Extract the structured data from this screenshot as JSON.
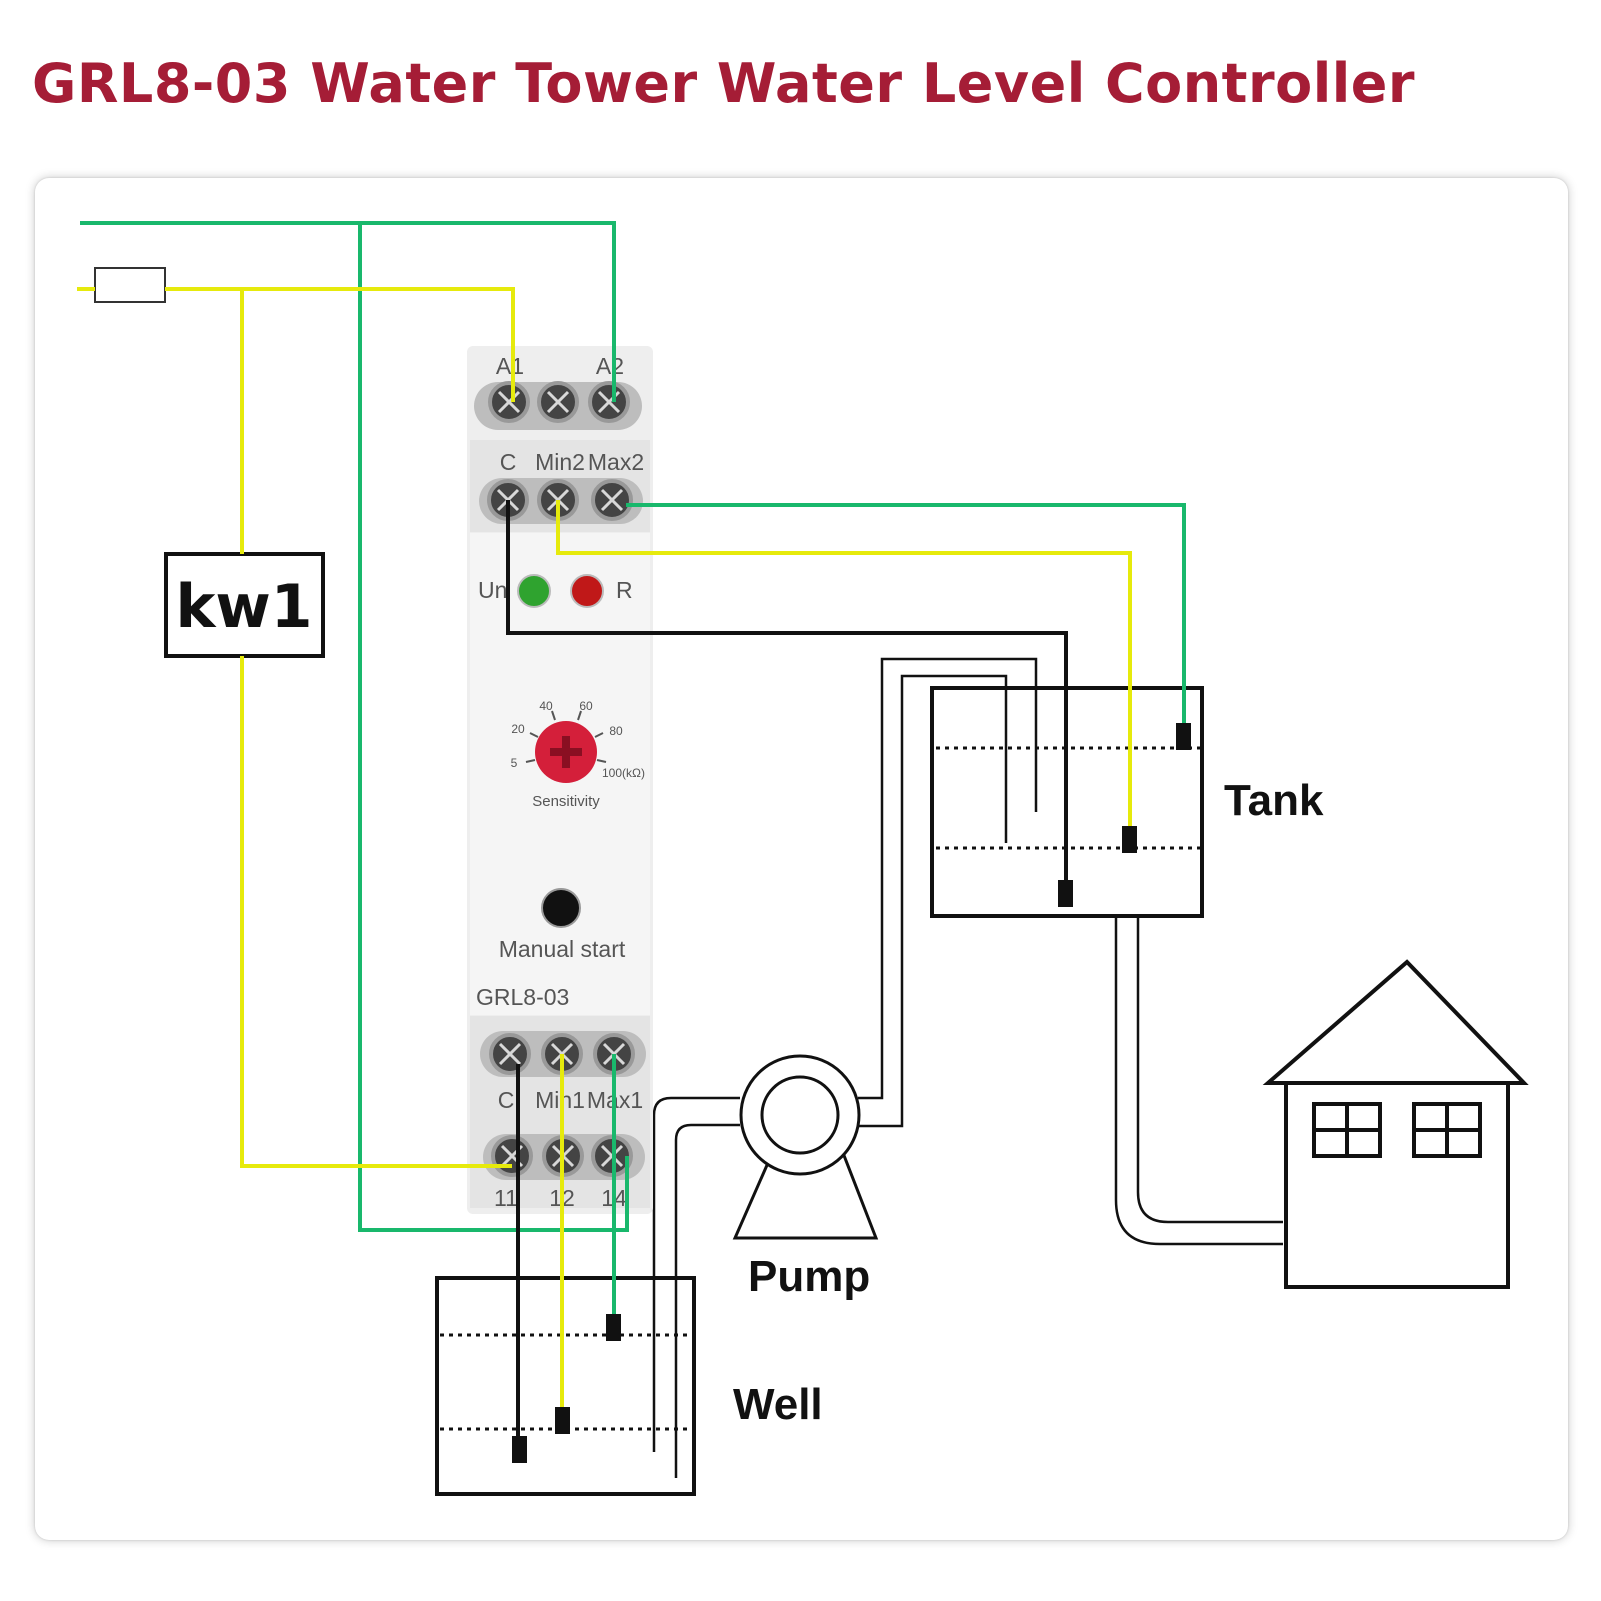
{
  "title": "GRL8-03 Water Tower Water Level Controller",
  "colors": {
    "title": "#a51d36",
    "wire_green": "#19b86c",
    "wire_yellow": "#e6ea0c",
    "wire_black": "#111111",
    "led_green": "#2fa32f",
    "led_red": "#c01818",
    "knob": "#d41f3a"
  },
  "device": {
    "model": "GRL8-03",
    "terminals_top": [
      "A1",
      "A2"
    ],
    "terminals_upper": [
      "C",
      "Min2",
      "Max2"
    ],
    "terminals_lower": [
      "C",
      "Min1",
      "Max1"
    ],
    "terminals_relay": [
      "11",
      "12",
      "14"
    ],
    "led_un": "Un",
    "led_r": "R",
    "sensitivity_label": "Sensitivity",
    "dial_scale": [
      "5",
      "20",
      "40",
      "60",
      "80",
      "100(kΩ)"
    ],
    "button_label": "Manual start"
  },
  "labels": {
    "kw1": "kw1",
    "tank": "Tank",
    "pump": "Pump",
    "well": "Well"
  }
}
